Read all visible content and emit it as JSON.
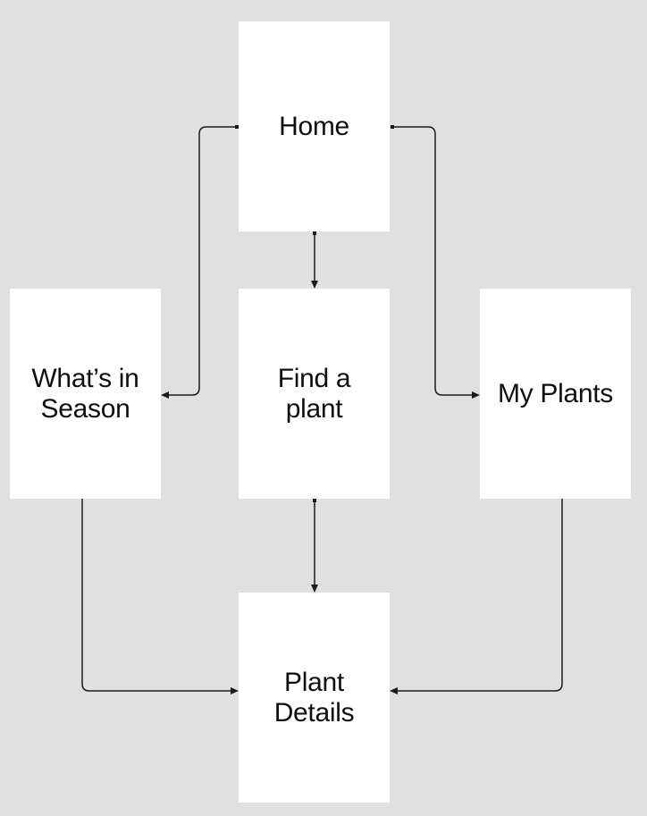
{
  "diagram": {
    "colors": {
      "background": "#e0e0e0",
      "node_fill": "#ffffff",
      "edge": "#1a1a1a",
      "text": "#0f0f0f"
    },
    "nodes": [
      {
        "id": "home",
        "label": "Home"
      },
      {
        "id": "whats-in-season",
        "label": "What’s in\nSeason"
      },
      {
        "id": "find-a-plant",
        "label": "Find a\nplant"
      },
      {
        "id": "my-plants",
        "label": "My Plants"
      },
      {
        "id": "plant-details",
        "label": "Plant\nDetails"
      }
    ],
    "edges": [
      {
        "from": "Home",
        "to": "What’s in Season"
      },
      {
        "from": "Home",
        "to": "Find a plant"
      },
      {
        "from": "Home",
        "to": "My Plants"
      },
      {
        "from": "What’s in Season",
        "to": "Plant Details"
      },
      {
        "from": "Find a plant",
        "to": "Plant Details"
      },
      {
        "from": "My Plants",
        "to": "Plant Details"
      }
    ]
  }
}
